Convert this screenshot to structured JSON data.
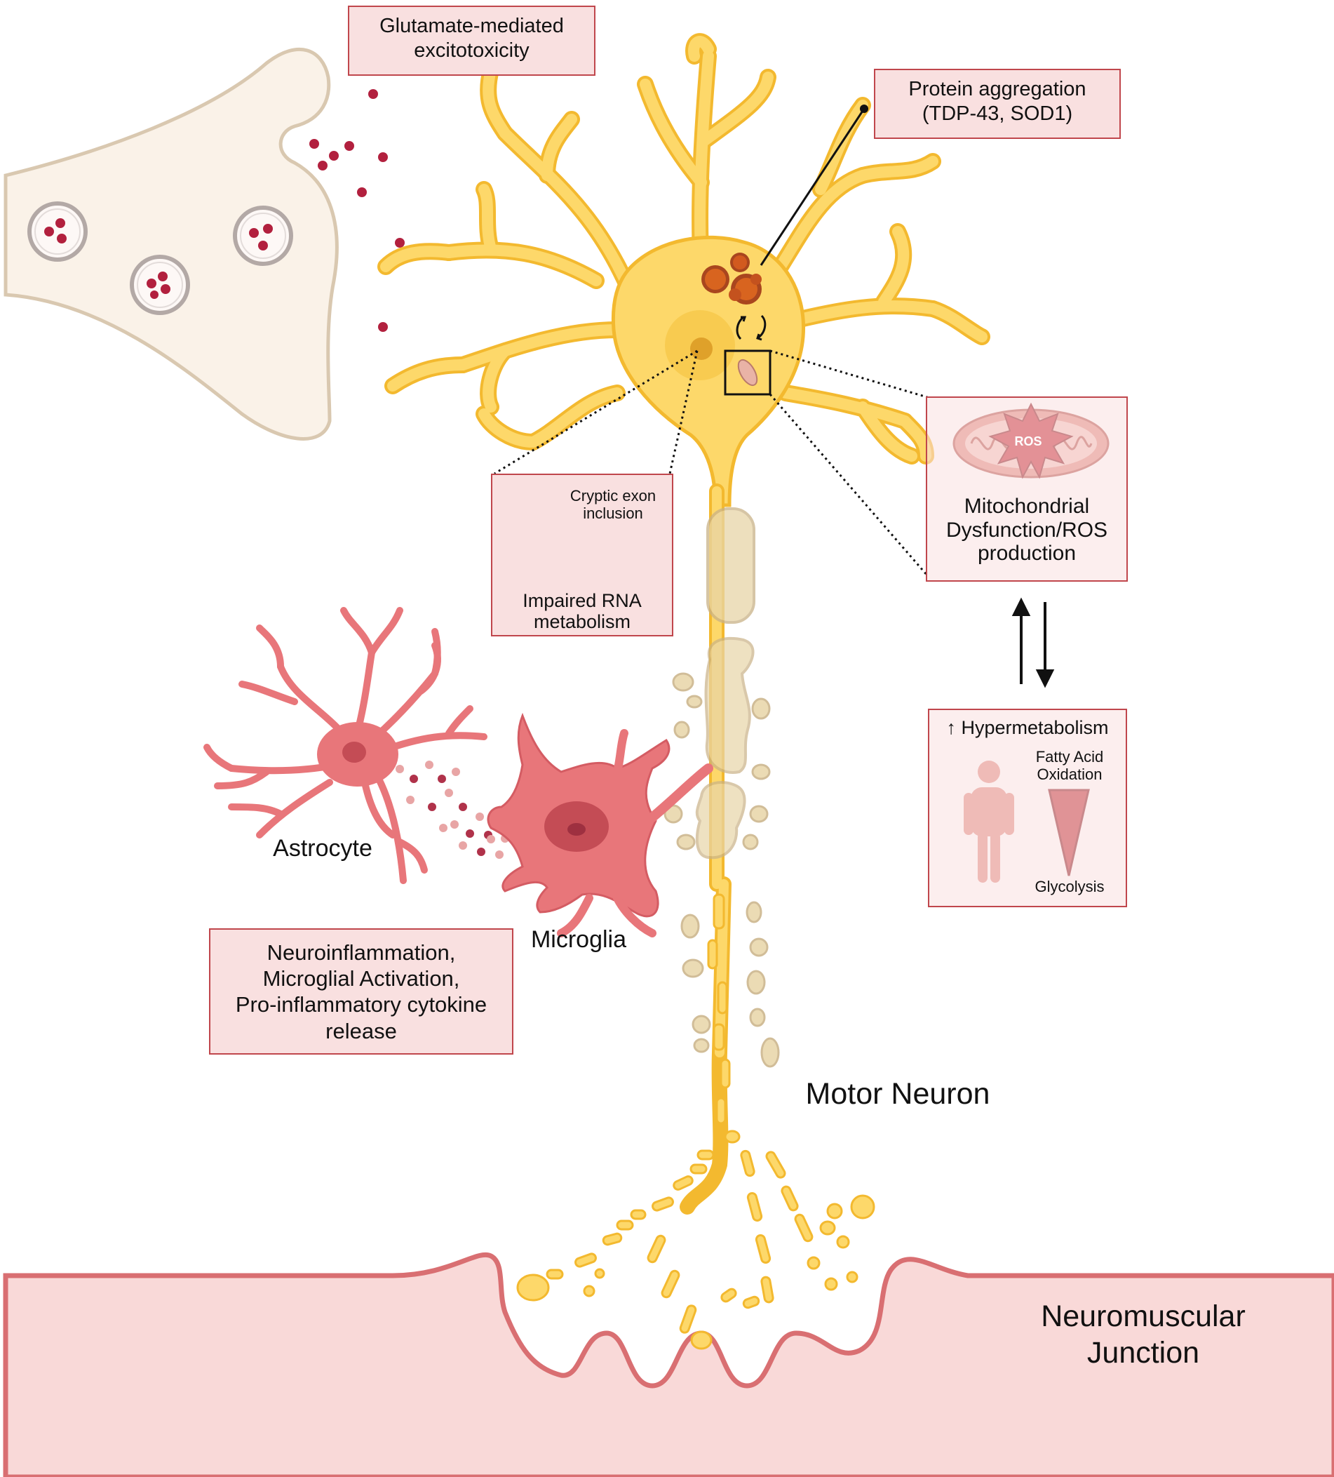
{
  "boxes": {
    "glutamate": {
      "line1": "Glutamate-mediated",
      "line2": "excitotoxicity"
    },
    "protein": {
      "line1": "Protein aggregation",
      "line2": "(TDP-43, SOD1)"
    },
    "rna": {
      "cryptic_line1": "Cryptic exon",
      "cryptic_line2": "inclusion",
      "line1": "Impaired RNA",
      "line2": "metabolism"
    },
    "mito": {
      "ros": "ROS",
      "line1": "Mitochondrial",
      "line2": "Dysfunction/ROS",
      "line3": "production"
    },
    "hyper": {
      "title": "↑ Hypermetabolism",
      "fao_line1": "Fatty Acid",
      "fao_line2": "Oxidation",
      "glycolysis": "Glycolysis"
    },
    "inflam": {
      "line1": "Neuroinflammation,",
      "line2": "Microglial Activation,",
      "line3": "Pro-inflammatory cytokine",
      "line4": "release"
    }
  },
  "labels": {
    "astrocyte": "Astrocyte",
    "microglia": "Microglia",
    "motor_neuron": "Motor Neuron",
    "nmj_line1": "Neuromuscular",
    "nmj_line2": "Junction"
  },
  "colors": {
    "neuron_fill": "#fdd86a",
    "neuron_stroke": "#f3b92f",
    "box_fill": "#f9e0e0",
    "box_border": "#c0464c",
    "glial": "#e8767a",
    "muscle": "#f9d9d8",
    "vesicle_dot": "#b2203e",
    "presynaptic": "#faf2e8"
  }
}
